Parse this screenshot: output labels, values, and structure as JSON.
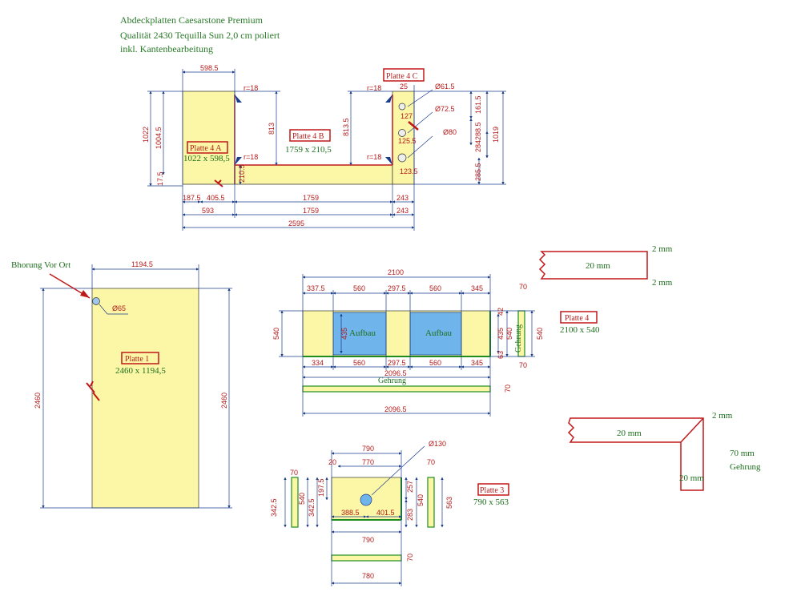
{
  "header": {
    "line1": "Abdeckplatten Caesarstone Premium",
    "line2": "Qualität 2430  Tequilla Sun 2,0 cm poliert",
    "line3": "inkl. Kantenbearbeitung"
  },
  "plan": {
    "plate_a": {
      "tag": "Platte 4 A",
      "size": "1022 x 598,5"
    },
    "plate_b": {
      "tag": "Platte 4 B",
      "size": "1759 x 210,5"
    },
    "plate_c": {
      "tag": "Platte 4 C"
    },
    "dims": {
      "top_a": "598.5",
      "r1": "r=18",
      "r2": "r=18",
      "r3": "r=18",
      "r4": "r=18",
      "h1022": "1022",
      "h1004": "1004.5",
      "h813": "813",
      "h813b": "813.5",
      "h210": "210.5",
      "h17": "17.5",
      "d61": "Ø61.5",
      "d72": "Ø72.5",
      "d80": "Ø80",
      "c127": "127",
      "c125": "125.5",
      "c123": "123.5",
      "c25": "25",
      "s161": "161.5",
      "s288": "288.5",
      "s284": "284",
      "s285": "285.5",
      "s1019": "1019",
      "b187": "187.5",
      "b405": "405.5",
      "b1759": "1759",
      "b243": "243",
      "b593": "593",
      "b1759b": "1759",
      "b243b": "243",
      "b2595": "2595"
    }
  },
  "plate1": {
    "note": "Bhorung Vor Ort",
    "tag": "Platte 1",
    "size": "2460 x 1194,5",
    "width": "1194.5",
    "height_l": "2460",
    "height_r": "2460",
    "hole": "Ø65"
  },
  "plate4": {
    "tag": "Platte 4",
    "size": "2100 x 540",
    "total": "2100",
    "cutout": "Aufbau",
    "cutout2": "Aufbau",
    "top_dims": [
      "337.5",
      "560",
      "297.5",
      "560",
      "345"
    ],
    "bot_dims": [
      "334",
      "560",
      "297.5",
      "560",
      "345"
    ],
    "bot_total": "2096.5",
    "h540": "540",
    "h435": "435",
    "h435b": "435",
    "h540b": "540",
    "h540c": "540",
    "r42": "42",
    "r63": "63",
    "e70": "70",
    "e70b": "70",
    "gehrung": "Gehrung",
    "gehrung2": "Gehrung",
    "strip_total": "2096.5",
    "strip_70": "70"
  },
  "edge1": {
    "left": "20 mm",
    "top": "2 mm",
    "bottom": "2 mm"
  },
  "edge2": {
    "horiz": "20 mm",
    "vert": "20 mm",
    "top": "2 mm",
    "h70": "70 mm",
    "gehrung": "Gehrung"
  },
  "plate3": {
    "tag": "Platte 3",
    "size": "790 x 563",
    "top790": "790",
    "top20": "20",
    "top770": "770",
    "top70": "70",
    "top70b": "70",
    "hole": "Ø130",
    "h342": "342.5",
    "h540": "540",
    "h342b": "342.5",
    "h197": "197.5",
    "h257": "257",
    "h283": "283",
    "h540b": "540",
    "h563": "563",
    "b388": "388.5",
    "b401": "401.5",
    "b790": "790",
    "strip780": "780",
    "strip70": "70"
  }
}
